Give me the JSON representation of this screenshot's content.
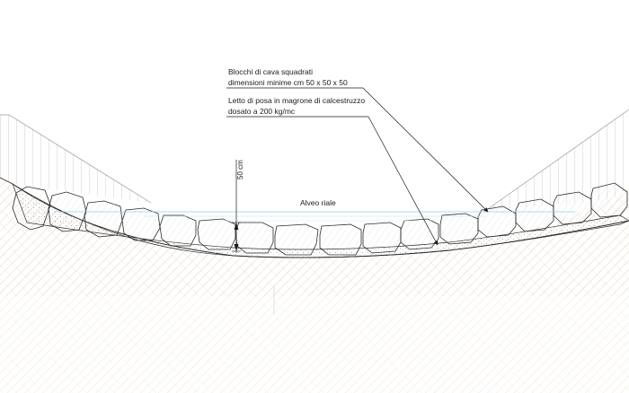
{
  "drawing": {
    "label_blocks_line1": "Blocchi di cava squadrati",
    "label_blocks_line2": "dimensioni minime cm 50 x 50 x 50",
    "label_bed_line1": "Letto di posa in magrone di calcestruzzo",
    "label_bed_line2": "dosato a 200 kg/mc",
    "label_water": "Alveo riale",
    "label_dimension": "50 cm"
  },
  "colors": {
    "stroke": "#2a2a2a",
    "hatch_soil": "#d8b48a",
    "hatch_bank": "#9a9a9a",
    "water": "#8fd3e6"
  }
}
